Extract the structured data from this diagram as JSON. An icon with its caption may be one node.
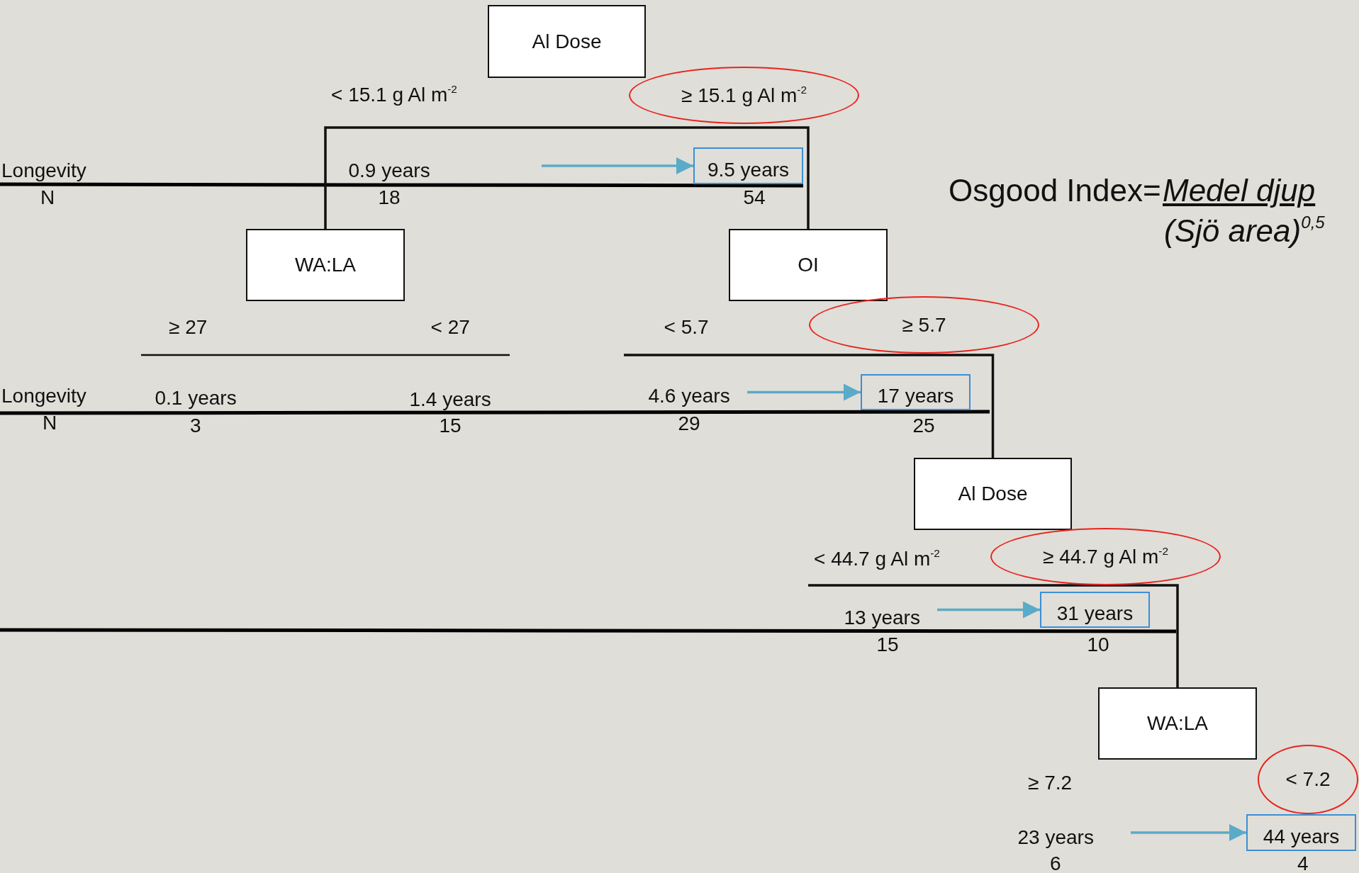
{
  "diagram": {
    "nodes": [
      {
        "text": [
          "Al Dose"
        ]
      },
      {
        "text": [
          "≥ 15.1 g Al m$^{-2}$"
        ]
      },
      {
        "text": [
          "9.5 years"
        ]
      },
      {
        "text": [
          "WA:LA"
        ]
      },
      {
        "text": [
          "OI"
        ]
      },
      {
        "text": [
          "≥ 5.7"
        ]
      },
      {
        "text": [
          "17 years"
        ]
      },
      {
        "text": [
          "Al Dose"
        ]
      },
      {
        "text": [
          "≥ 44.7 g Al m$^{-2}$"
        ]
      },
      {
        "text": [
          "31 years"
        ]
      },
      {
        "text": [
          "WA:LA"
        ]
      },
      {
        "text": [
          "< 7.2"
        ]
      },
      {
        "text": [
          "44 years"
        ]
      }
    ],
    "edges": [
      {
        "from": 3,
        "to": 4,
        "arrow": "none",
        "color": "#111111"
      },
      {
        "from": null,
        "to": 2,
        "arrow": "to"
      },
      {
        "from": null,
        "to": 7,
        "arrow": "none",
        "color": "#111111"
      },
      {
        "from": null,
        "to": 6,
        "arrow": "to"
      },
      {
        "from": null,
        "to": 10,
        "arrow": "none",
        "color": "#111111"
      },
      {
        "from": null,
        "to": 9,
        "arrow": "to"
      },
      {
        "from": null,
        "to": 12,
        "arrow": "to"
      }
    ],
    "labels": [
      "< 15.1 g Al m$^{-2}$",
      "Longevity",
      "0.9 years",
      "N",
      "18",
      "54",
      "Osgood Index=",
      "Medel djup",
      "(Sjö area)$^{0,5}$",
      "≥ 27",
      "< 27",
      "< 5.7",
      "Longevity",
      "0.1 years",
      "1.4 years",
      "4.6 years",
      "N",
      "3",
      "15",
      "29",
      "25",
      "< 44.7 g Al m$^{-2}$",
      "13 years",
      "15",
      "10",
      "≥ 7.2",
      "23 years",
      "6",
      "4"
    ]
  }
}
